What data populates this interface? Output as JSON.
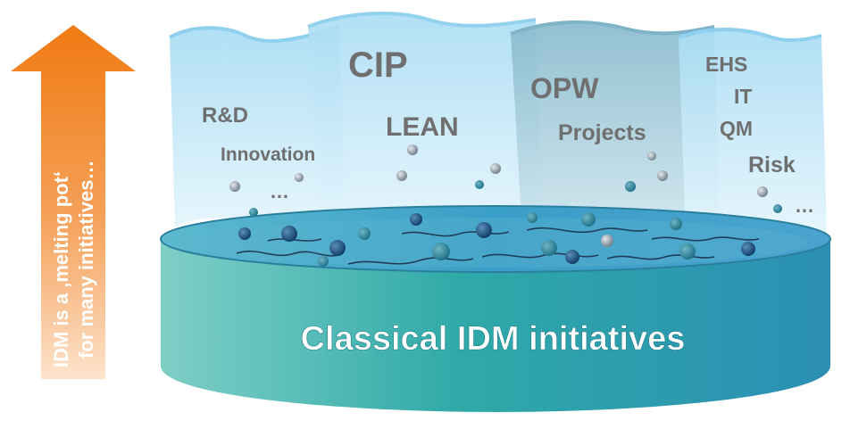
{
  "arrow": {
    "line1": "IDM is a ‚melting pot‘",
    "line2": "for many initiatives…"
  },
  "banners": {
    "rd": {
      "title": "R&D",
      "sub": "Innovation",
      "more": "…"
    },
    "cip": {
      "title": "CIP",
      "sub": "LEAN"
    },
    "opw": {
      "title": "OPW",
      "sub": "Projects"
    },
    "ehs": {
      "l1": "EHS",
      "l2": "IT",
      "l3": "QM",
      "l4": "Risk",
      "more": "…"
    }
  },
  "pot": {
    "label": "Classical IDM initiatives"
  },
  "colors": {
    "arrow": "#ef7d1a",
    "banner_light": "#bfe6f7",
    "banner_mid": "#9fc9d6",
    "pot_side": "#2fa3aa",
    "pot_top": "#3f9fc4",
    "label_text": "#ffffff",
    "banner_text": "#6f6f6f"
  }
}
